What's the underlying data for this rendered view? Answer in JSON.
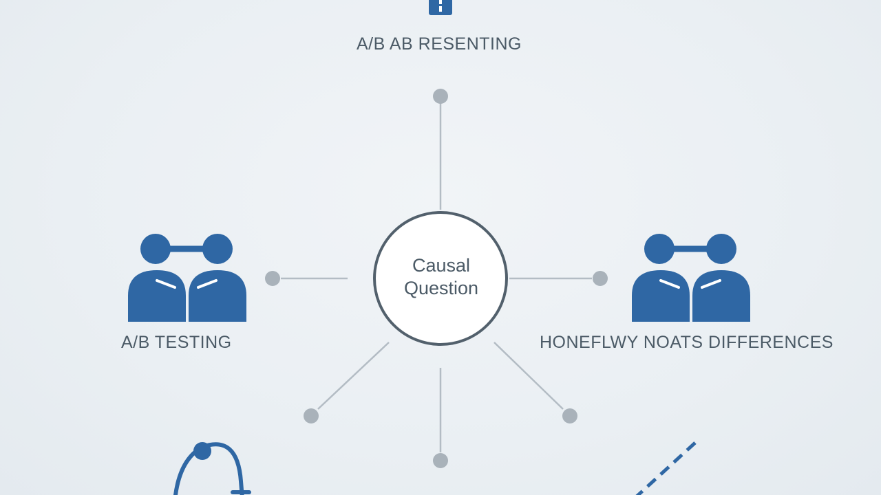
{
  "center": {
    "line1": "Causal",
    "line2": "Question"
  },
  "labels": {
    "top": "A/B AB RESENTING",
    "left": "A/B TESTING",
    "right": "HONEFLWY NOATS DIFFERENCES"
  },
  "icons": {
    "top": "info-icon",
    "left": "two-people-icon",
    "right": "two-people-icon",
    "bottom_left": "stethoscope-icon",
    "bottom_right": "dashed-line-icon"
  },
  "colors": {
    "accent": "#2f67a4",
    "accent_dark": "#245488",
    "line": "#b3bcc4",
    "node": "#a9b2ba",
    "circle_border": "#52606c",
    "text": "#4b5a66",
    "background": "#eceff3"
  }
}
